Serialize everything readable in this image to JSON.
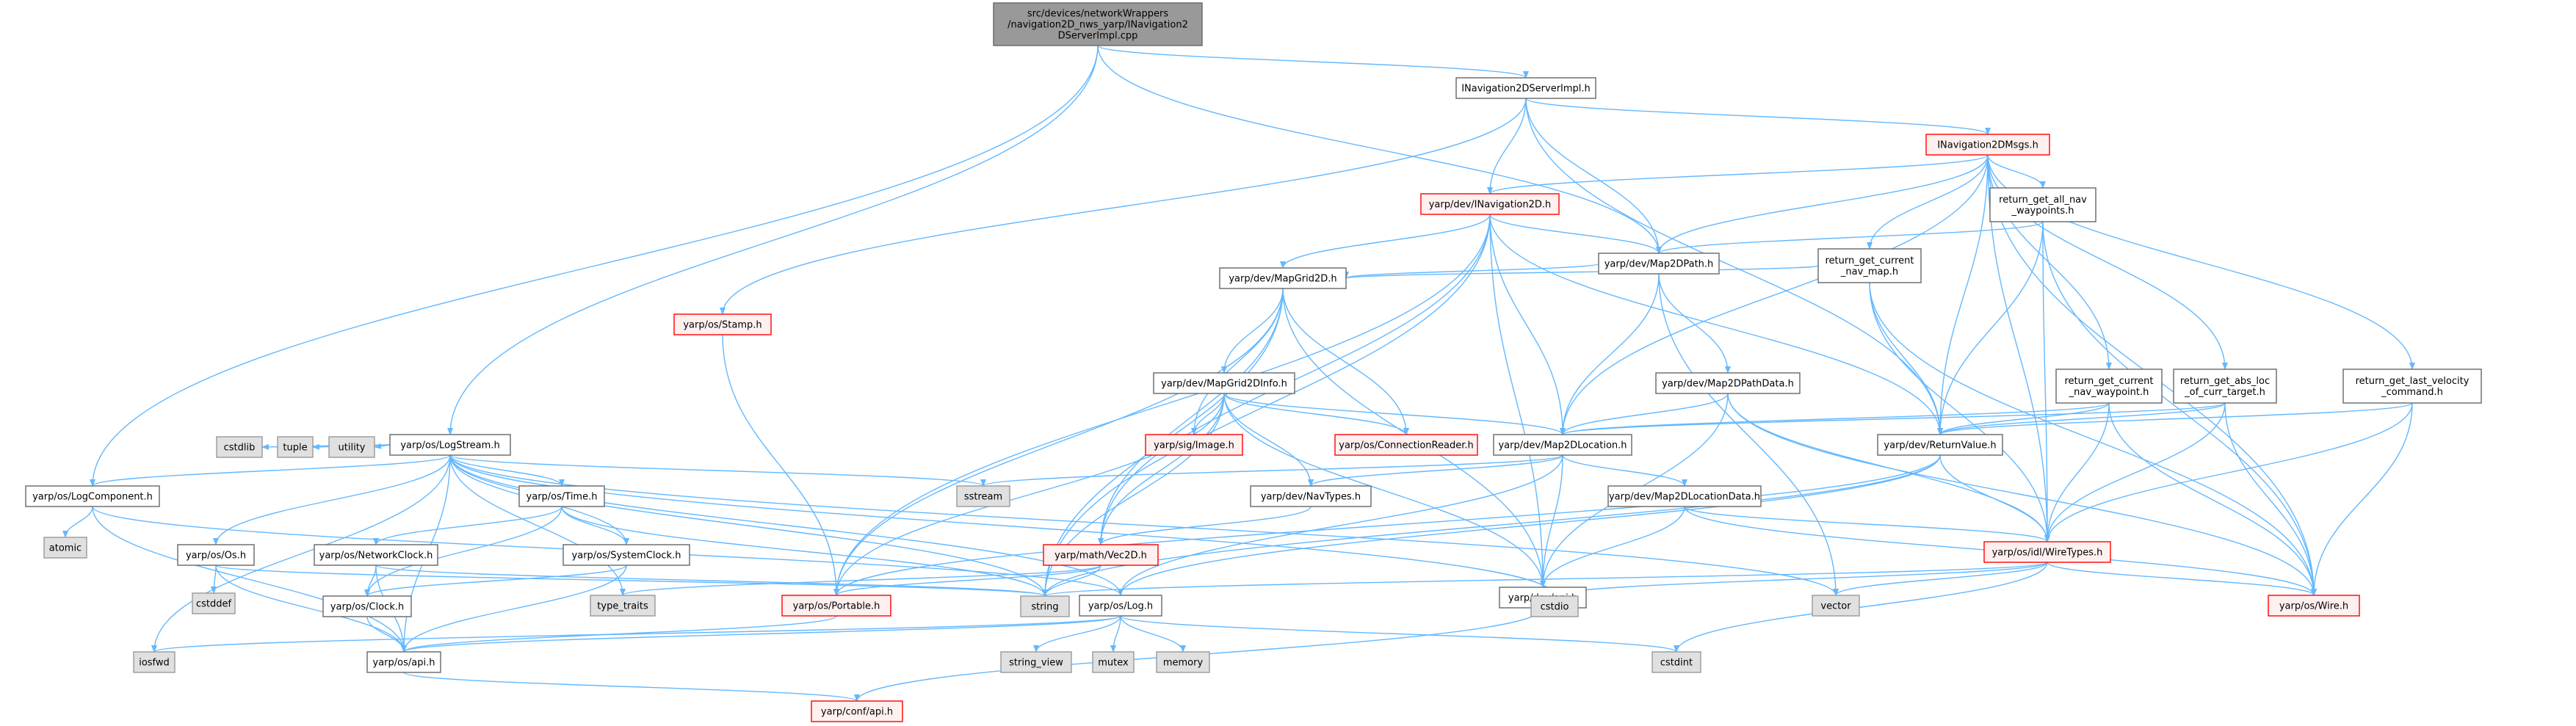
{
  "colors": {
    "edge": "#63b8ff",
    "normal_fill": "#ffffff",
    "normal_border": "#666666",
    "root_fill": "#999999",
    "root_border": "#666666",
    "system_fill": "#e0e0e0",
    "system_border": "#999999",
    "truncated_fill": "#fff0f0",
    "truncated_border": "#ff0000",
    "truncated_text": "#000000"
  },
  "nodes": [
    {
      "id": "root",
      "kind": "root",
      "lines": [
        "src/devices/networkWrappers",
        "/navigation2D_nws_yarp/INavigation2",
        "DServerImpl.cpp"
      ]
    },
    {
      "id": "inav2dserverimpl",
      "kind": "normal",
      "lines": [
        "INavigation2DServerImpl.h"
      ]
    },
    {
      "id": "inav2dmsgs",
      "kind": "truncated",
      "lines": [
        "INavigation2DMsgs.h"
      ]
    },
    {
      "id": "dev_inav2d",
      "kind": "truncated",
      "lines": [
        "yarp/dev/INavigation2D.h"
      ]
    },
    {
      "id": "ret_all_nav_wp",
      "kind": "normal",
      "lines": [
        "return_get_all_nav",
        "_waypoints.h"
      ]
    },
    {
      "id": "map2dpath",
      "kind": "normal",
      "lines": [
        "yarp/dev/Map2DPath.h"
      ]
    },
    {
      "id": "ret_curr_nav_map",
      "kind": "normal",
      "lines": [
        "return_get_current",
        "_nav_map.h"
      ]
    },
    {
      "id": "stamp",
      "kind": "truncated",
      "lines": [
        "yarp/os/Stamp.h"
      ]
    },
    {
      "id": "mapgrid2d",
      "kind": "normal",
      "lines": [
        "yarp/dev/MapGrid2D.h"
      ]
    },
    {
      "id": "mapgrid2dinfo",
      "kind": "normal",
      "lines": [
        "yarp/dev/MapGrid2DInfo.h"
      ]
    },
    {
      "id": "map2dpathdata",
      "kind": "normal",
      "lines": [
        "yarp/dev/Map2DPathData.h"
      ]
    },
    {
      "id": "ret_curr_nav_wp",
      "kind": "normal",
      "lines": [
        "return_get_current",
        "_nav_waypoint.h"
      ]
    },
    {
      "id": "ret_abs_loc",
      "kind": "normal",
      "lines": [
        "return_get_abs_loc",
        "_of_curr_target.h"
      ]
    },
    {
      "id": "ret_last_vel",
      "kind": "normal",
      "lines": [
        "return_get_last_velocity",
        "_command.h"
      ]
    },
    {
      "id": "logstream",
      "kind": "normal",
      "lines": [
        "yarp/os/LogStream.h"
      ]
    },
    {
      "id": "sig_image",
      "kind": "truncated",
      "lines": [
        "yarp/sig/Image.h"
      ]
    },
    {
      "id": "conn_reader",
      "kind": "truncated",
      "lines": [
        "yarp/os/ConnectionReader.h"
      ]
    },
    {
      "id": "map2dlocation",
      "kind": "normal",
      "lines": [
        "yarp/dev/Map2DLocation.h"
      ]
    },
    {
      "id": "returnvalue",
      "kind": "normal",
      "lines": [
        "yarp/dev/ReturnValue.h"
      ]
    },
    {
      "id": "logcomponent",
      "kind": "normal",
      "lines": [
        "yarp/os/LogComponent.h"
      ]
    },
    {
      "id": "cstdlib",
      "kind": "system",
      "lines": [
        "cstdlib"
      ]
    },
    {
      "id": "tuple",
      "kind": "system",
      "lines": [
        "tuple"
      ]
    },
    {
      "id": "utility",
      "kind": "system",
      "lines": [
        "utility"
      ]
    },
    {
      "id": "os_time",
      "kind": "normal",
      "lines": [
        "yarp/os/Time.h"
      ]
    },
    {
      "id": "sstream",
      "kind": "system",
      "lines": [
        "sstream"
      ]
    },
    {
      "id": "navtypes",
      "kind": "normal",
      "lines": [
        "yarp/dev/NavTypes.h"
      ]
    },
    {
      "id": "map2dlocdata",
      "kind": "normal",
      "lines": [
        "yarp/dev/Map2DLocationData.h"
      ]
    },
    {
      "id": "atomic",
      "kind": "system",
      "lines": [
        "atomic"
      ]
    },
    {
      "id": "os_os",
      "kind": "normal",
      "lines": [
        "yarp/os/Os.h"
      ]
    },
    {
      "id": "netclock",
      "kind": "normal",
      "lines": [
        "yarp/os/NetworkClock.h"
      ]
    },
    {
      "id": "sysclock",
      "kind": "normal",
      "lines": [
        "yarp/os/SystemClock.h"
      ]
    },
    {
      "id": "vec2d",
      "kind": "truncated",
      "lines": [
        "yarp/math/Vec2D.h"
      ]
    },
    {
      "id": "dev_api",
      "kind": "normal",
      "lines": [
        "yarp/dev/api.h"
      ]
    },
    {
      "id": "wiretypes",
      "kind": "truncated",
      "lines": [
        "yarp/os/idl/WireTypes.h"
      ]
    },
    {
      "id": "cstddef",
      "kind": "system",
      "lines": [
        "cstddef"
      ]
    },
    {
      "id": "os_clock",
      "kind": "normal",
      "lines": [
        "yarp/os/Clock.h"
      ]
    },
    {
      "id": "type_traits",
      "kind": "system",
      "lines": [
        "type_traits"
      ]
    },
    {
      "id": "string",
      "kind": "system",
      "lines": [
        "string"
      ]
    },
    {
      "id": "portable",
      "kind": "truncated",
      "lines": [
        "yarp/os/Portable.h"
      ]
    },
    {
      "id": "os_log",
      "kind": "normal",
      "lines": [
        "yarp/os/Log.h"
      ]
    },
    {
      "id": "cstdio",
      "kind": "system",
      "lines": [
        "cstdio"
      ]
    },
    {
      "id": "vector",
      "kind": "system",
      "lines": [
        "vector"
      ]
    },
    {
      "id": "os_wire",
      "kind": "truncated",
      "lines": [
        "yarp/os/Wire.h"
      ]
    },
    {
      "id": "iosfwd",
      "kind": "system",
      "lines": [
        "iosfwd"
      ]
    },
    {
      "id": "os_api",
      "kind": "normal",
      "lines": [
        "yarp/os/api.h"
      ]
    },
    {
      "id": "string_view",
      "kind": "system",
      "lines": [
        "string_view"
      ]
    },
    {
      "id": "mutex",
      "kind": "system",
      "lines": [
        "mutex"
      ]
    },
    {
      "id": "memory",
      "kind": "system",
      "lines": [
        "memory"
      ]
    },
    {
      "id": "cstdint",
      "kind": "system",
      "lines": [
        "cstdint"
      ]
    },
    {
      "id": "conf_api",
      "kind": "truncated",
      "lines": [
        "yarp/conf/api.h"
      ]
    }
  ],
  "edges": [
    [
      "root",
      "inav2dserverimpl"
    ],
    [
      "root",
      "map2dpath"
    ],
    [
      "root",
      "logstream"
    ],
    [
      "root",
      "logcomponent"
    ],
    [
      "inav2dserverimpl",
      "inav2dmsgs"
    ],
    [
      "inav2dserverimpl",
      "dev_inav2d"
    ],
    [
      "inav2dserverimpl",
      "map2dpath"
    ],
    [
      "inav2dserverimpl",
      "stamp"
    ],
    [
      "inav2dserverimpl",
      "returnvalue"
    ],
    [
      "inav2dmsgs",
      "dev_inav2d"
    ],
    [
      "inav2dmsgs",
      "ret_all_nav_wp"
    ],
    [
      "inav2dmsgs",
      "ret_curr_nav_map"
    ],
    [
      "inav2dmsgs",
      "ret_curr_nav_wp"
    ],
    [
      "inav2dmsgs",
      "ret_abs_loc"
    ],
    [
      "inav2dmsgs",
      "ret_last_vel"
    ],
    [
      "inav2dmsgs",
      "map2dpath"
    ],
    [
      "inav2dmsgs",
      "map2dlocation"
    ],
    [
      "inav2dmsgs",
      "returnvalue"
    ],
    [
      "inav2dmsgs",
      "wiretypes"
    ],
    [
      "inav2dmsgs",
      "os_wire"
    ],
    [
      "dev_inav2d",
      "map2dpath"
    ],
    [
      "dev_inav2d",
      "mapgrid2d"
    ],
    [
      "dev_inav2d",
      "map2dlocation"
    ],
    [
      "dev_inav2d",
      "returnvalue"
    ],
    [
      "dev_inav2d",
      "dev_api"
    ],
    [
      "dev_inav2d",
      "string"
    ],
    [
      "dev_inav2d",
      "vec2d"
    ],
    [
      "dev_inav2d",
      "portable"
    ],
    [
      "ret_all_nav_wp",
      "map2dpath"
    ],
    [
      "ret_all_nav_wp",
      "returnvalue"
    ],
    [
      "ret_all_nav_wp",
      "wiretypes"
    ],
    [
      "ret_all_nav_wp",
      "os_wire"
    ],
    [
      "ret_curr_nav_map",
      "mapgrid2d"
    ],
    [
      "ret_curr_nav_map",
      "returnvalue"
    ],
    [
      "ret_curr_nav_map",
      "wiretypes"
    ],
    [
      "ret_curr_nav_map",
      "os_wire"
    ],
    [
      "map2dpath",
      "mapgrid2d"
    ],
    [
      "map2dpath",
      "map2dpathdata"
    ],
    [
      "map2dpath",
      "map2dlocation"
    ],
    [
      "map2dpath",
      "vector"
    ],
    [
      "stamp",
      "portable"
    ],
    [
      "mapgrid2d",
      "mapgrid2dinfo"
    ],
    [
      "mapgrid2d",
      "sig_image"
    ],
    [
      "mapgrid2d",
      "conn_reader"
    ],
    [
      "mapgrid2d",
      "dev_api"
    ],
    [
      "mapgrid2d",
      "string"
    ],
    [
      "mapgrid2d",
      "portable"
    ],
    [
      "mapgrid2d",
      "vec2d"
    ],
    [
      "mapgrid2dinfo",
      "sig_image"
    ],
    [
      "mapgrid2dinfo",
      "conn_reader"
    ],
    [
      "mapgrid2dinfo",
      "map2dlocation"
    ],
    [
      "mapgrid2dinfo",
      "navtypes"
    ],
    [
      "mapgrid2dinfo",
      "dev_api"
    ],
    [
      "mapgrid2dinfo",
      "vec2d"
    ],
    [
      "mapgrid2dinfo",
      "string"
    ],
    [
      "mapgrid2dinfo",
      "portable"
    ],
    [
      "map2dpathdata",
      "map2dlocation"
    ],
    [
      "map2dpathdata",
      "dev_api"
    ],
    [
      "map2dpathdata",
      "wiretypes"
    ],
    [
      "map2dpathdata",
      "os_wire"
    ],
    [
      "ret_curr_nav_wp",
      "map2dlocation"
    ],
    [
      "ret_curr_nav_wp",
      "returnvalue"
    ],
    [
      "ret_curr_nav_wp",
      "wiretypes"
    ],
    [
      "ret_curr_nav_wp",
      "os_wire"
    ],
    [
      "ret_abs_loc",
      "map2dlocation"
    ],
    [
      "ret_abs_loc",
      "returnvalue"
    ],
    [
      "ret_abs_loc",
      "wiretypes"
    ],
    [
      "ret_abs_loc",
      "os_wire"
    ],
    [
      "ret_last_vel",
      "returnvalue"
    ],
    [
      "ret_last_vel",
      "wiretypes"
    ],
    [
      "ret_last_vel",
      "os_wire"
    ],
    [
      "logstream",
      "logcomponent"
    ],
    [
      "logstream",
      "cstdlib"
    ],
    [
      "logstream",
      "tuple"
    ],
    [
      "logstream",
      "utility"
    ],
    [
      "logstream",
      "os_time"
    ],
    [
      "logstream",
      "sstream"
    ],
    [
      "logstream",
      "os_os"
    ],
    [
      "logstream",
      "sysclock"
    ],
    [
      "logstream",
      "os_log"
    ],
    [
      "logstream",
      "string"
    ],
    [
      "logstream",
      "type_traits"
    ],
    [
      "logstream",
      "os_api"
    ],
    [
      "logstream",
      "iosfwd"
    ],
    [
      "logstream",
      "vector"
    ],
    [
      "logstream",
      "cstdio"
    ],
    [
      "map2dlocation",
      "navtypes"
    ],
    [
      "map2dlocation",
      "map2dlocdata"
    ],
    [
      "map2dlocation",
      "dev_api"
    ],
    [
      "map2dlocation",
      "sstream"
    ],
    [
      "map2dlocation",
      "os_log"
    ],
    [
      "returnvalue",
      "wiretypes"
    ],
    [
      "returnvalue",
      "portable"
    ],
    [
      "returnvalue",
      "string"
    ],
    [
      "returnvalue",
      "os_log"
    ],
    [
      "logcomponent",
      "atomic"
    ],
    [
      "logcomponent",
      "os_log"
    ],
    [
      "logcomponent",
      "os_api"
    ],
    [
      "os_time",
      "netclock"
    ],
    [
      "os_time",
      "sysclock"
    ],
    [
      "os_time",
      "os_clock"
    ],
    [
      "os_time",
      "string"
    ],
    [
      "navtypes",
      "vec2d"
    ],
    [
      "map2dlocdata",
      "dev_api"
    ],
    [
      "map2dlocdata",
      "wiretypes"
    ],
    [
      "map2dlocdata",
      "os_wire"
    ],
    [
      "os_os",
      "cstddef"
    ],
    [
      "os_os",
      "string"
    ],
    [
      "os_os",
      "os_api"
    ],
    [
      "netclock",
      "os_clock"
    ],
    [
      "netclock",
      "os_api"
    ],
    [
      "netclock",
      "string"
    ],
    [
      "sysclock",
      "os_clock"
    ],
    [
      "sysclock",
      "os_api"
    ],
    [
      "vec2d",
      "portable"
    ],
    [
      "vec2d",
      "string"
    ],
    [
      "vec2d",
      "type_traits"
    ],
    [
      "dev_api",
      "conf_api"
    ],
    [
      "wiretypes",
      "os_wire"
    ],
    [
      "wiretypes",
      "string"
    ],
    [
      "wiretypes",
      "vector"
    ],
    [
      "wiretypes",
      "cstdint"
    ],
    [
      "wiretypes",
      "cstdio"
    ],
    [
      "os_clock",
      "os_api"
    ],
    [
      "portable",
      "os_api"
    ],
    [
      "os_log",
      "os_api"
    ],
    [
      "os_log",
      "iosfwd"
    ],
    [
      "os_log",
      "string_view"
    ],
    [
      "os_log",
      "mutex"
    ],
    [
      "os_log",
      "memory"
    ],
    [
      "os_log",
      "cstdint"
    ],
    [
      "os_api",
      "conf_api"
    ]
  ]
}
